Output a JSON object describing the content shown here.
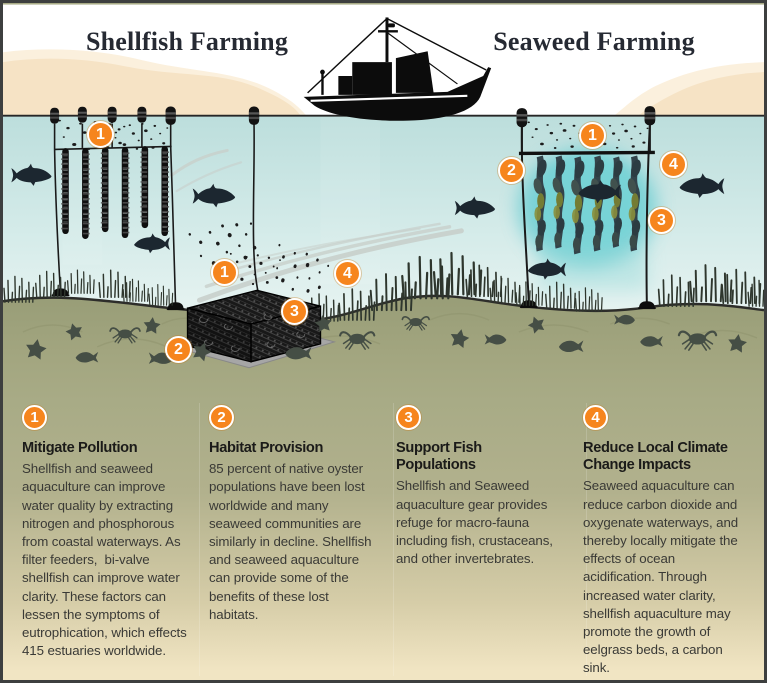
{
  "titles": {
    "shellfish": "Shellfish Farming",
    "seaweed": "Seaweed Farming"
  },
  "colors": {
    "badge_orange": "#f6851d",
    "water_teal": "#bfdfdd",
    "sand_cream": "#f6e3c5",
    "seafloor_olive": "#a8ab86",
    "bottom_cream": "#f1e5c3",
    "title_ink": "#262a33"
  },
  "scene_markers": {
    "mussel_farm_marker": "1",
    "cage_marker_pollution": "1",
    "cage_marker_habitat": "2",
    "cage_marker_fish": "3",
    "eelgrass_marker_climate": "4",
    "seaweed_marker_pollution": "1",
    "seaweed_marker_habitat": "2",
    "seaweed_marker_fish": "3",
    "seaweed_marker_climate": "4"
  },
  "legend": {
    "items": [
      {
        "number": "1",
        "title": "Mitigate Pollution",
        "body": "Shellfish and seaweed aquaculture can improve water quality by extracting nitrogen and phosphorous from coastal waterways. As filter feeders,  bi-valve shellfish can improve water clarity. These factors can lessen the symptoms of eutrophication, which effects 415 estuaries worldwide."
      },
      {
        "number": "2",
        "title": "Habitat Provision",
        "body": "85 percent of native oyster populations have been lost worldwide and many seaweed communities are similarly in decline. Shellfish and seaweed aquaculture can provide some of the benefits of these lost habitats."
      },
      {
        "number": "3",
        "title": "Support Fish Populations",
        "body": "Shellfish and Seaweed aquaculture gear provides refuge for macro-fauna including fish, crustaceans, and other invertebrates."
      },
      {
        "number": "4",
        "title": "Reduce Local Climate Change Impacts",
        "body": "Seaweed aquaculture can reduce carbon dioxide and oxygenate waterways, and thereby locally mitigate the effects of ocean acidification. Through increased water clarity, shellfish aquaculture may promote the growth of eelgrass beds, a carbon sink."
      }
    ]
  }
}
